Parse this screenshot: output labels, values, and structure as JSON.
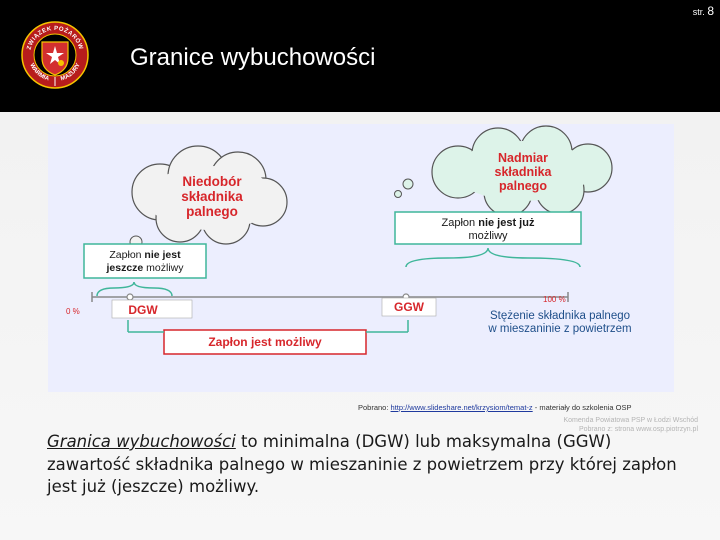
{
  "page": {
    "prefix": "str.",
    "number": "8"
  },
  "logo": {
    "top_text": "ZWIĄZEK POŻARÓW",
    "bottom_left": "WARMIA",
    "bottom_right": "MAZURY",
    "colors": {
      "ring": "#b71c1c",
      "shield": "#d32f2f",
      "border": "#f5c400"
    }
  },
  "title": "Granice wybuchowości",
  "diagram": {
    "cloud_left_lines": [
      "Niedobór",
      "składnika",
      "palnego"
    ],
    "cloud_right_lines": [
      "Nadmiar",
      "składnika",
      "palnego"
    ],
    "box_left_line1_pre": "Zapłon ",
    "box_left_line1_bold": "nie jest",
    "box_left_line2_bold": "jeszcze",
    "box_left_line2_post": " możliwy",
    "box_right_line1_pre": "Zapłon ",
    "box_right_line1_bold": "nie jest już",
    "box_right_line2": "możliwy",
    "axis_start": "0 %",
    "axis_end": "100 %",
    "dgw": "DGW",
    "ggw": "GGW",
    "axis_title_line1": "Stężenie składnika palnego",
    "axis_title_line2": "w mieszaninie z powietrzem",
    "bottom_box": "Zapłon jest możliwy",
    "colors": {
      "red_text": "#d7262b",
      "cloud_fill": "#f2f2f2",
      "green_cloud": "#ddf3e9",
      "box_border": "#3fb69a",
      "blue_text": "#1f4f8a",
      "gray": "#777777"
    }
  },
  "source": {
    "prefix": "Pobrano:",
    "link": "http://www.slideshare.net/krzysiom/temat-z",
    "suffix": "- materiały do szkolenia OSP"
  },
  "stamp": {
    "line1": "Komenda Powiatowa PSP w Łodzi Wschód",
    "line2": "Pobrano z: strona www.osp.piotrzyn.pl"
  },
  "definition": {
    "term": "Granica wybuchowości",
    "rest": " to minimalna (DGW) lub maksymalna (GGW) zawartość składnika palnego w mieszaninie z powietrzem przy której zapłon jest już (jeszcze) możliwy."
  }
}
